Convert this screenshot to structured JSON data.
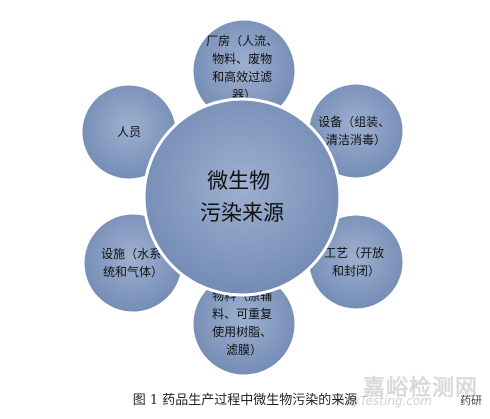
{
  "colors": {
    "circle_fill": "#7c94bb",
    "circle_stroke": "#ffffff",
    "center_fill": "#8aa0c4"
  },
  "center": {
    "lines": [
      "微生物",
      "污染来源"
    ]
  },
  "nodes": [
    {
      "id": "factory",
      "lines": [
        "厂房（人流、",
        "物料、废物",
        "和高效过滤",
        "器）"
      ]
    },
    {
      "id": "equipment",
      "lines": [
        "设备（组装、",
        "清洁消毒）"
      ]
    },
    {
      "id": "process",
      "lines": [
        "工艺（开放",
        "和封闭）"
      ]
    },
    {
      "id": "materials",
      "lines": [
        "物料（原辅",
        "料、可重复",
        "使用树脂、",
        "滤膜）"
      ]
    },
    {
      "id": "facilities",
      "lines": [
        "设施（水系",
        "统和气体）"
      ]
    },
    {
      "id": "personnel",
      "lines": [
        "人员"
      ]
    }
  ],
  "caption": "图 1  药品生产过程中微生物污染的来源",
  "watermark": {
    "main": "嘉峪检测网",
    "sub": "AnyTesting.com",
    "corner": "药研"
  }
}
